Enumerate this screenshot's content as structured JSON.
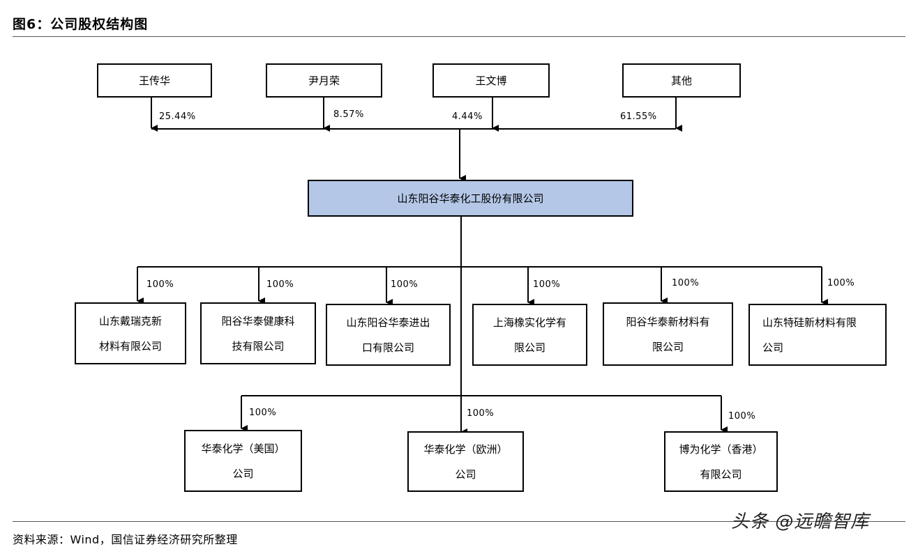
{
  "title": "图6：公司股权结构图",
  "shareholders": [
    {
      "name": "王传华",
      "pct": "25.44%"
    },
    {
      "name": "尹月荣",
      "pct": "8.57%"
    },
    {
      "name": "王文博",
      "pct": "4.44%"
    },
    {
      "name": "其他",
      "pct": "61.55%"
    }
  ],
  "company": "山东阳谷华泰化工股份有限公司",
  "subsidiaries_row1": [
    {
      "line1": "山东戴瑞克新",
      "line2": "材料有限公司",
      "pct": "100%"
    },
    {
      "line1": "阳谷华泰健康科",
      "line2": "技有限公司",
      "pct": "100%"
    },
    {
      "line1": "山东阳谷华泰进出",
      "line2": "口有限公司",
      "pct": "100%"
    },
    {
      "line1": "上海橡实化学有",
      "line2": "限公司",
      "pct": "100%"
    },
    {
      "line1": "阳谷华泰新材料有",
      "line2": "限公司",
      "pct": "100%"
    },
    {
      "line1": "山东特硅新材料有限",
      "line2": "公司",
      "pct": "100%"
    }
  ],
  "subsidiaries_row2": [
    {
      "line1": "华泰化学（美国）",
      "line2": "公司",
      "pct": "100%"
    },
    {
      "line1": "华泰化学（欧洲）",
      "line2": "公司",
      "pct": "100%"
    },
    {
      "line1": "博为化学（香港）",
      "line2": "有限公司",
      "pct": "100%"
    }
  ],
  "source": "资料来源：Wind，国信证券经济研究所整理",
  "watermark": "头条 @远瞻智库",
  "colors": {
    "company_fill": "#b4c7e7",
    "line": "#000000"
  }
}
